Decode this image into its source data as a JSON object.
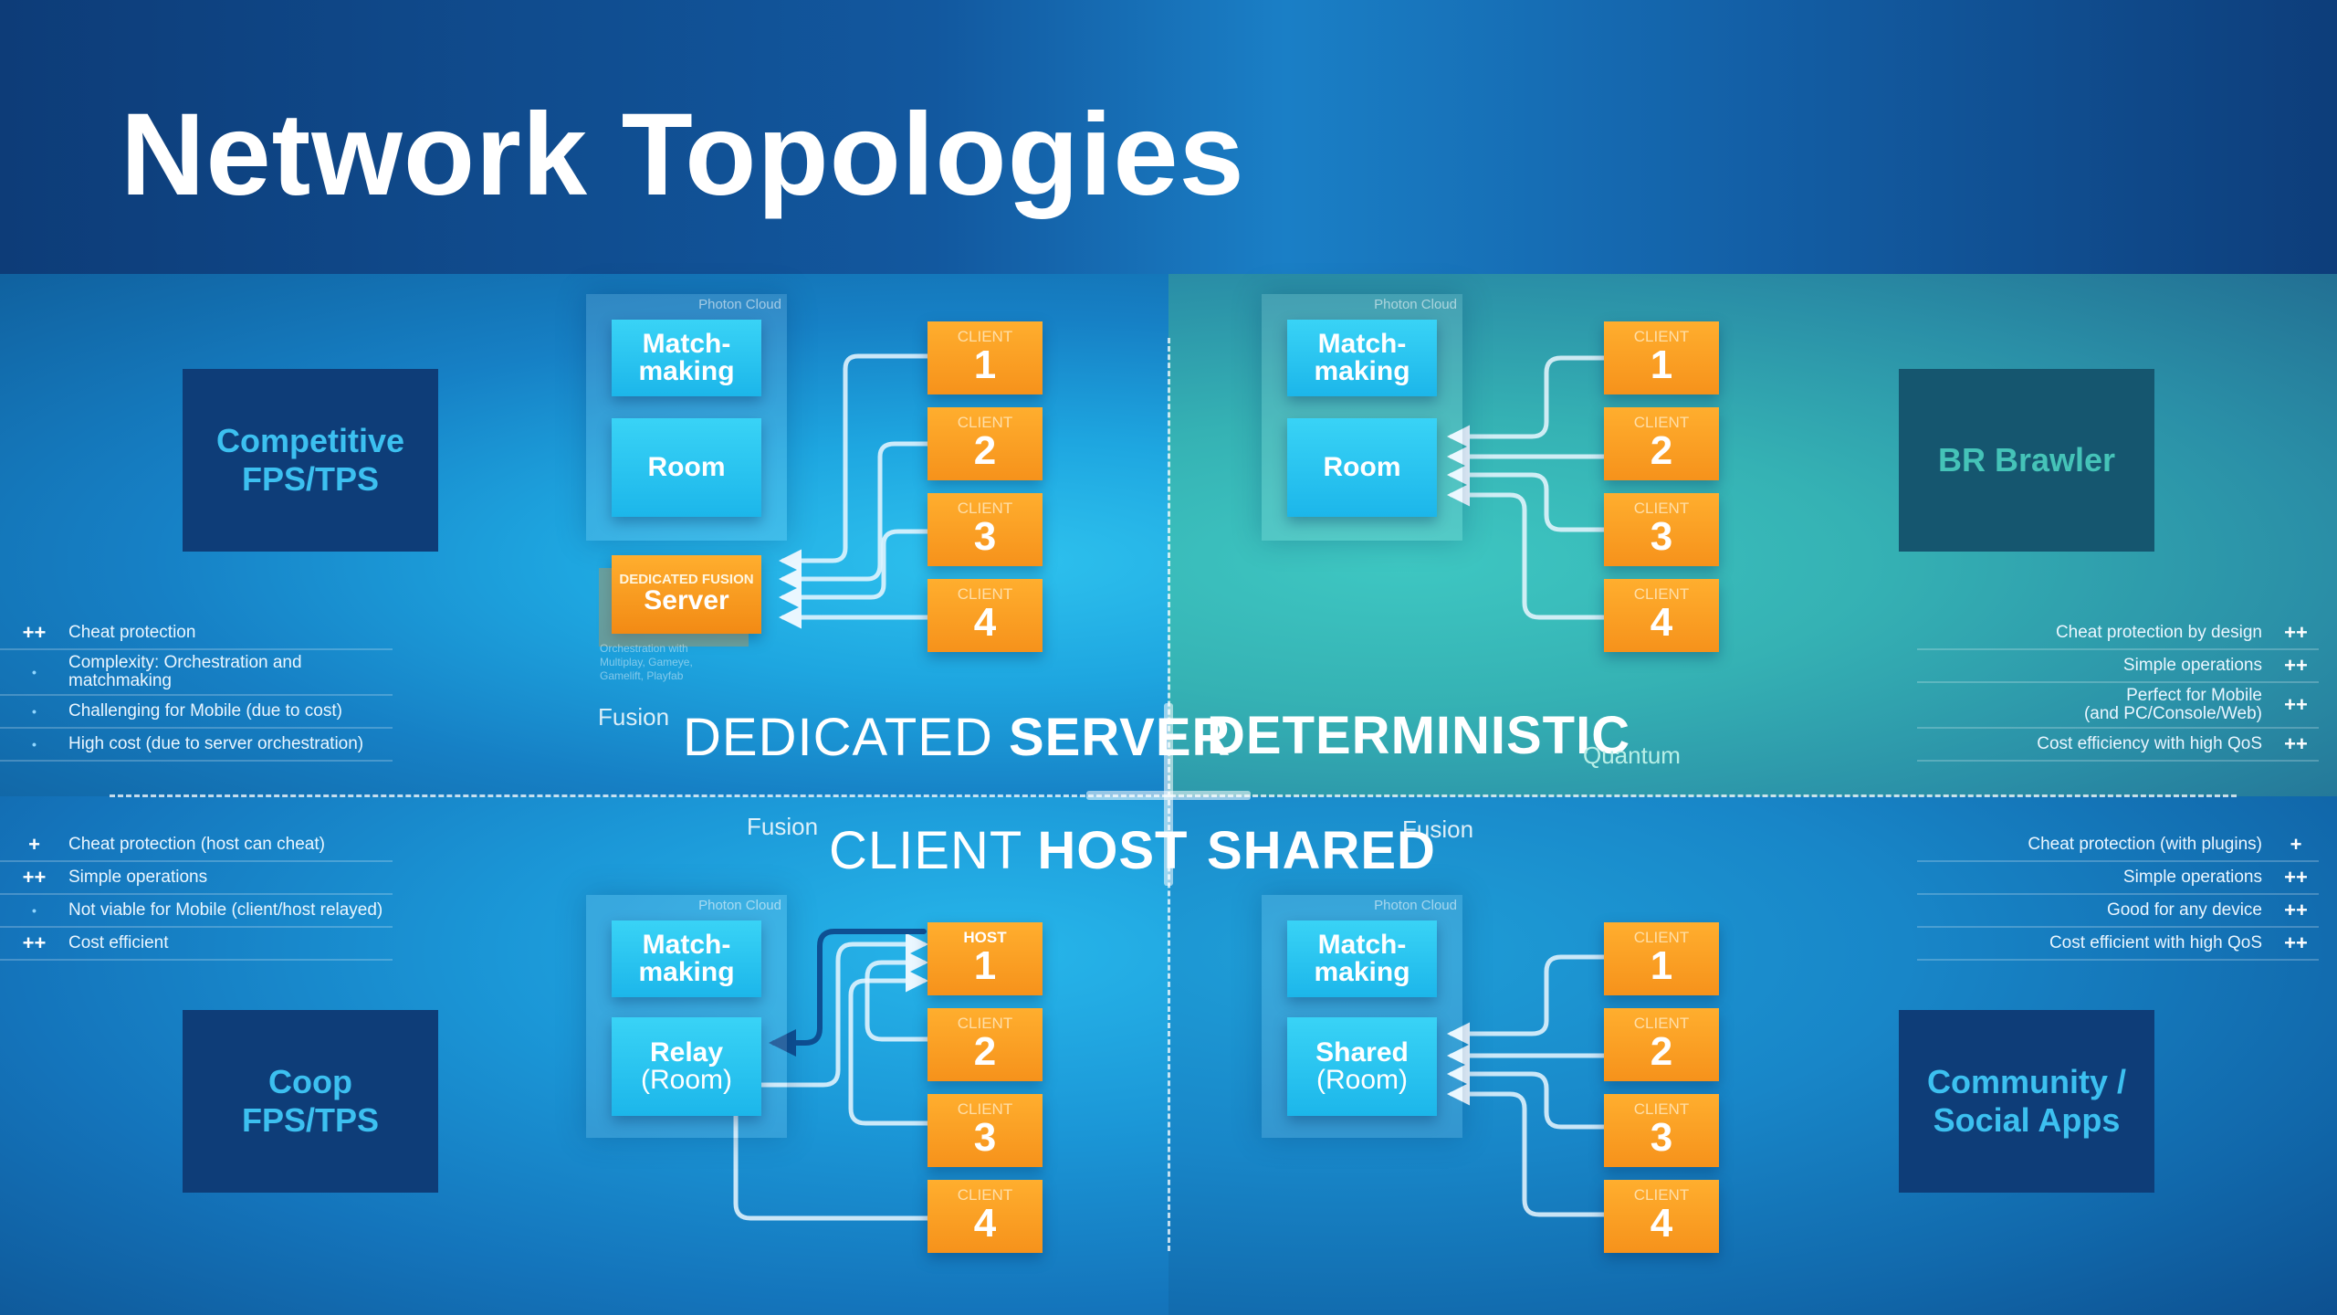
{
  "title": "Network Topologies",
  "photon_cloud_label": "Photon Cloud",
  "client_label": "CLIENT",
  "host_label": "HOST",
  "use_cases": {
    "top_left": "Competitive\nFPS/TPS",
    "top_right": "BR Brawler",
    "bottom_left": "Coop\nFPS/TPS",
    "bottom_right": "Community /\nSocial Apps"
  },
  "topologies": {
    "dedicated_server": {
      "brand": "Fusion",
      "title_light": "DEDICATED",
      "title_bold": "SERVER",
      "matchmaking": "Match-\nmaking",
      "room": "Room",
      "server_small": "DEDICATED FUSION",
      "server_big": "Server",
      "orchestration_note": "Orchestration with\nMultiplay, Gameye,\nGamelift, Playfab"
    },
    "deterministic": {
      "brand": "Quantum",
      "title_bold": "DETERMINISTIC",
      "matchmaking": "Match-\nmaking",
      "room": "Room"
    },
    "client_host": {
      "brand": "Fusion",
      "title_light": "CLIENT",
      "title_bold": "HOST",
      "matchmaking": "Match-\nmaking",
      "relay": "Relay",
      "relay_sub": "(Room)"
    },
    "shared": {
      "brand": "Fusion",
      "title_bold": "SHARED",
      "matchmaking": "Match-\nmaking",
      "shared": "Shared",
      "shared_sub": "(Room)"
    }
  },
  "features": {
    "top_left": [
      {
        "mark": "++",
        "text": "Cheat protection"
      },
      {
        "mark": "•",
        "text": "Complexity: Orchestration and\nmatchmaking"
      },
      {
        "mark": "•",
        "text": "Challenging for Mobile (due to cost)"
      },
      {
        "mark": "•",
        "text": "High cost (due to server orchestration)"
      }
    ],
    "top_right": [
      {
        "mark": "++",
        "text": "Cheat protection by design"
      },
      {
        "mark": "++",
        "text": "Simple operations"
      },
      {
        "mark": "++",
        "text": "Perfect for Mobile\n(and PC/Console/Web)"
      },
      {
        "mark": "++",
        "text": "Cost efficiency with high QoS"
      }
    ],
    "bottom_left": [
      {
        "mark": "+",
        "text": "Cheat protection (host can cheat)"
      },
      {
        "mark": "++",
        "text": "Simple operations"
      },
      {
        "mark": "•",
        "text": "Not viable for Mobile (client/host relayed)"
      },
      {
        "mark": "++",
        "text": "Cost efficient"
      }
    ],
    "bottom_right": [
      {
        "mark": "+",
        "text": "Cheat protection (with plugins)"
      },
      {
        "mark": "++",
        "text": "Simple operations"
      },
      {
        "mark": "++",
        "text": "Good for any device"
      },
      {
        "mark": "++",
        "text": "Cost efficient with high QoS"
      }
    ]
  },
  "client_numbers": [
    "1",
    "2",
    "3",
    "4"
  ],
  "colors": {
    "client_orange": "#f6921b",
    "server_cyan": "#1cb6ea",
    "usecase_cyan": "#3cc0f0",
    "usecase_teal": "#45c3b8",
    "teal_quadrant": "#3ec7c2"
  }
}
